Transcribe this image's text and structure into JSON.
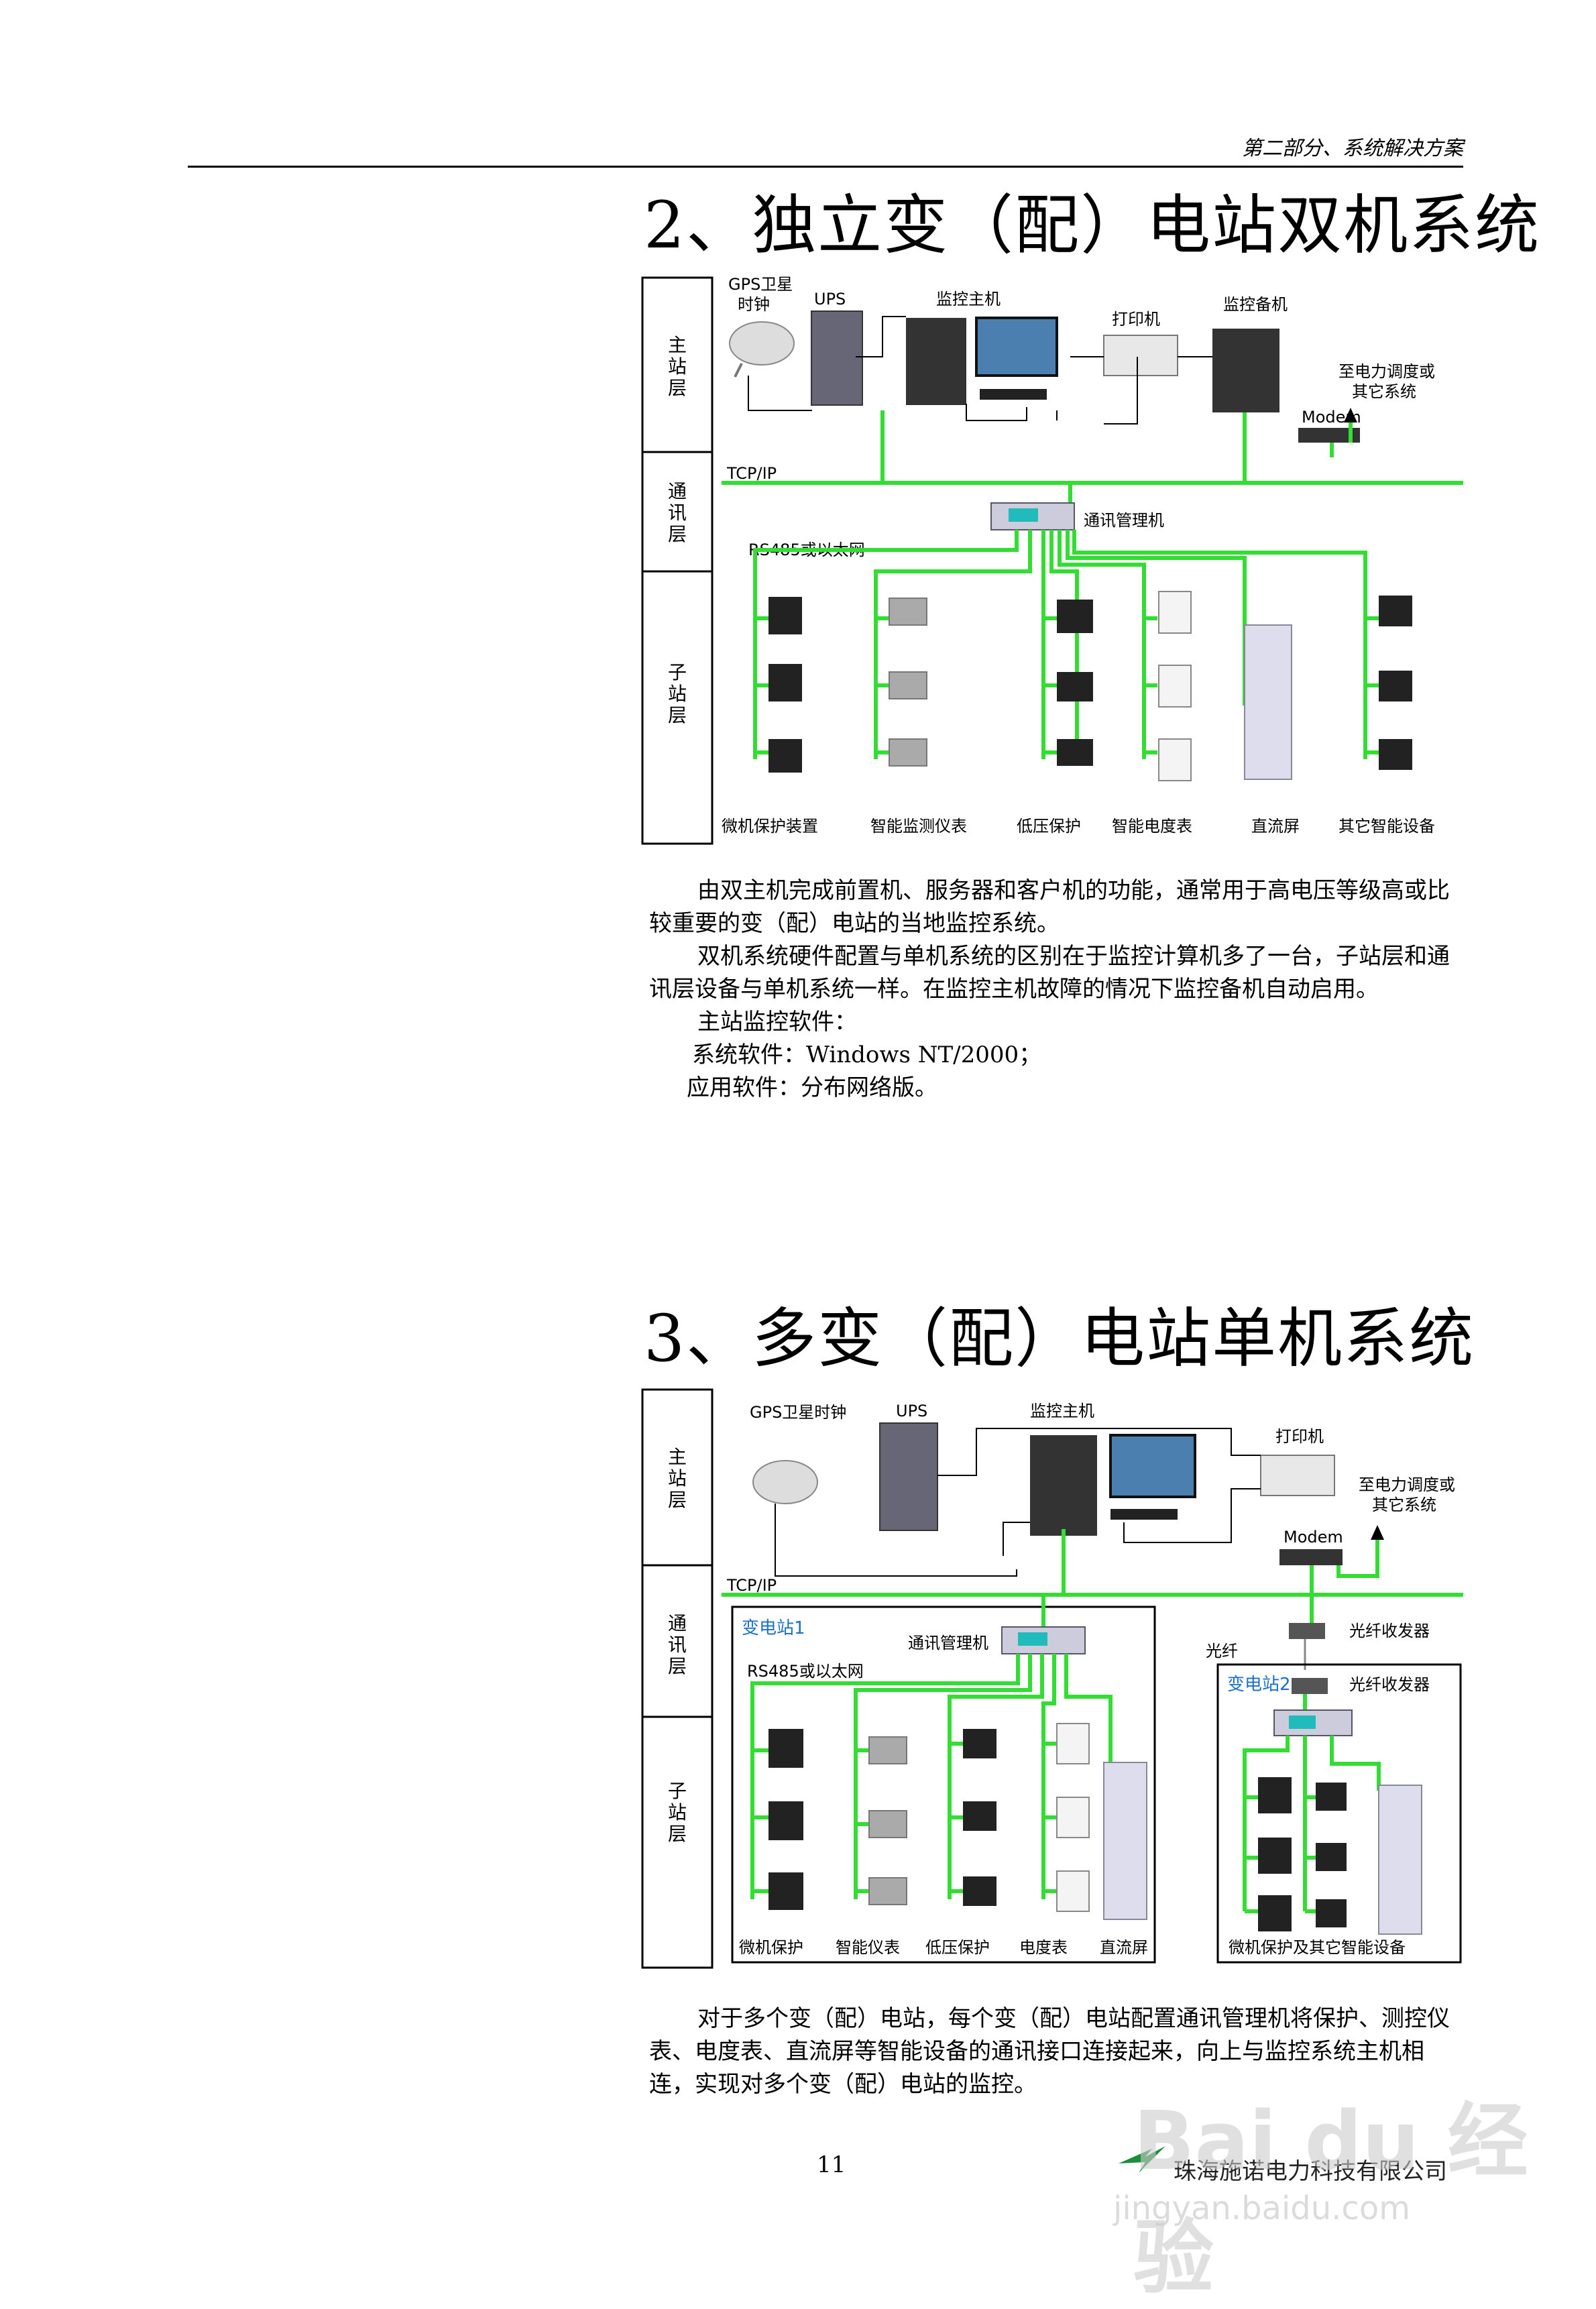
{
  "header": {
    "section": "第二部分、系统解决方案"
  },
  "section2": {
    "title": "2、独立变（配）电站双机系统",
    "diagram": {
      "layers": [
        "主\n站\n层",
        "通\n讯\n层",
        "子\n站\n层"
      ],
      "labels": {
        "gps": "GPS卫星",
        "gps2": "时钟",
        "ups": "UPS",
        "host": "监控主机",
        "printer": "打印机",
        "backup": "监控备机",
        "dispatch": "至电力调度或",
        "dispatch2": "其它系统",
        "modem": "Modem",
        "tcpip": "TCP/IP",
        "commgr": "通讯管理机",
        "rs485": "RS485或以太网"
      },
      "devices": [
        "微机保护装置",
        "智能监测仪表",
        "低压保护",
        "智能电度表",
        "直流屏",
        "其它智能设备"
      ]
    },
    "paragraphs": [
      "由双主机完成前置机、服务器和客户机的功能，通常用于高电压等级高或比较重要的变（配）电站的当地监控系统。",
      "双机系统硬件配置与单机系统的区别在于监控计算机多了一台，子站层和通讯层设备与单机系统一样。在监控主机故障的情况下监控备机自动启用。",
      "主站监控软件：",
      "系统软件：Windows NT/2000；",
      "应用软件：分布网络版。"
    ]
  },
  "section3": {
    "title": "3、多变（配）电站单机系统",
    "diagram": {
      "layers": [
        "主\n站\n层",
        "通\n讯\n层",
        "子\n站\n层"
      ],
      "labels": {
        "gps": "GPS卫星时钟",
        "ups": "UPS",
        "host": "监控主机",
        "printer": "打印机",
        "dispatch": "至电力调度或",
        "dispatch2": "其它系统",
        "modem": "Modem",
        "tcpip": "TCP/IP",
        "station1": "变电站1",
        "commgr": "通讯管理机",
        "rs485": "RS485或以太网",
        "fiber": "光纤",
        "transceiver": "光纤收发器",
        "station2": "变电站2",
        "transceiver2": "光纤收发器"
      },
      "devices": [
        "微机保护",
        "智能仪表",
        "低压保护",
        "电度表",
        "直流屏"
      ],
      "devices2": [
        "微机保护及其它智能设备"
      ]
    },
    "paragraphs": [
      "对于多个变（配）电站，每个变（配）电站配置通讯管理机将保护、测控仪表、电度表、直流屏等智能设备的通讯接口连接起来，向上与监控系统主机相连，实现对多个变（配）电站的监控。"
    ]
  },
  "footer": {
    "page": "11",
    "company": "珠海施诺电力科技有限公司"
  },
  "watermark": {
    "text": "Bai du 经验",
    "url_text": "jingyan.baidu.com"
  },
  "colors": {
    "bus": "#33dd33",
    "line": "#000000"
  }
}
